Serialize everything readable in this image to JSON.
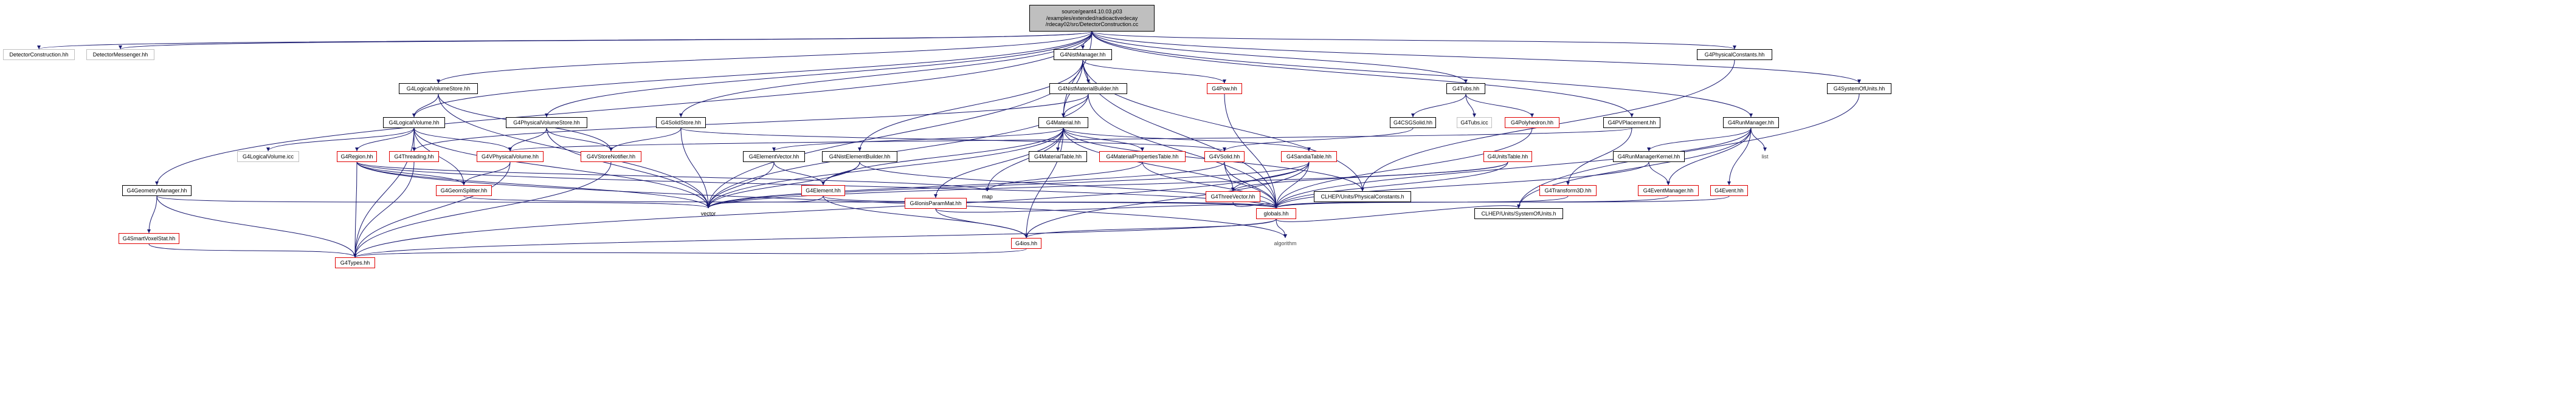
{
  "graph": {
    "root_lines": [
      "source/geant4.10.03.p03",
      "/examples/extended/radioactivedecay",
      "/rdecay02/src/DetectorConstruction.cc"
    ],
    "nodes": {
      "DetectorConstruction_hh": "DetectorConstruction.hh",
      "DetectorMessenger_hh": "DetectorMessenger.hh",
      "G4NistManager_hh": "G4NistManager.hh",
      "G4LogicalVolumeStore_hh": "G4LogicalVolumeStore.hh",
      "G4NistMaterialBuilder_hh": "G4NistMaterialBuilder.hh",
      "G4Pow_hh": "G4Pow.hh",
      "G4Tubs_hh": "G4Tubs.hh",
      "G4PhysicalConstants_hh": "G4PhysicalConstants.hh",
      "G4SystemOfUnits_hh": "G4SystemOfUnits.hh",
      "G4LogicalVolume_hh": "G4LogicalVolume.hh",
      "G4PhysicalVolumeStore_hh": "G4PhysicalVolumeStore.hh",
      "G4SolidStore_hh": "G4SolidStore.hh",
      "G4Material_hh": "G4Material.hh",
      "G4CSGSolid_hh": "G4CSGSolid.hh",
      "G4Tubs_icc": "G4Tubs.icc",
      "G4Polyhedron_hh": "G4Polyhedron.hh",
      "G4PVPlacement_hh": "G4PVPlacement.hh",
      "G4RunManager_hh": "G4RunManager.hh",
      "G4LogicalVolume_icc": "G4LogicalVolume.icc",
      "G4Region_hh": "G4Region.hh",
      "G4Threading_hh": "G4Threading.hh",
      "G4VPhysicalVolume_hh": "G4VPhysicalVolume.hh",
      "G4VStoreNotifier_hh": "G4VStoreNotifier.hh",
      "G4ElementVector_hh": "G4ElementVector.hh",
      "G4NistElementBuilder_hh": "G4NistElementBuilder.hh",
      "G4MaterialTable_hh": "G4MaterialTable.hh",
      "G4MaterialPropertiesTable_hh": "G4MaterialPropertiesTable.hh",
      "G4VSolid_hh": "G4VSolid.hh",
      "G4SandiaTable_hh": "G4SandiaTable.hh",
      "G4UnitsTable_hh": "G4UnitsTable.hh",
      "G4RunManagerKernel_hh": "G4RunManagerKernel.hh",
      "list": "list",
      "G4GeometryManager_hh": "G4GeometryManager.hh",
      "G4GeomSplitter_hh": "G4GeomSplitter.hh",
      "G4Element_hh": "G4Element.hh",
      "map": "map",
      "G4ThreeVector_hh": "G4ThreeVector.hh",
      "CLHEP_PhysicalConstants_h": "CLHEP/Units/PhysicalConstants.h",
      "G4Transform3D_hh": "G4Transform3D.hh",
      "G4EventManager_hh": "G4EventManager.hh",
      "G4Event_hh": "G4Event.hh",
      "G4IonisParamMat_hh": "G4IonisParamMat.hh",
      "vector": "vector",
      "globals_hh": "globals.hh",
      "CLHEP_SystemOfUnits_h": "CLHEP/Units/SystemOfUnits.h",
      "G4SmartVoxelStat_hh": "G4SmartVoxelStat.hh",
      "G4ios_hh": "G4ios.hh",
      "algorithm": "algorithm",
      "G4Types_hh": "G4Types.hh"
    }
  },
  "colors": {
    "documented_border": "#000000",
    "partial_border": "#e00000",
    "external_border": "#c0c0c0",
    "root_fill": "#bfbfbf",
    "edge": "#191970"
  }
}
